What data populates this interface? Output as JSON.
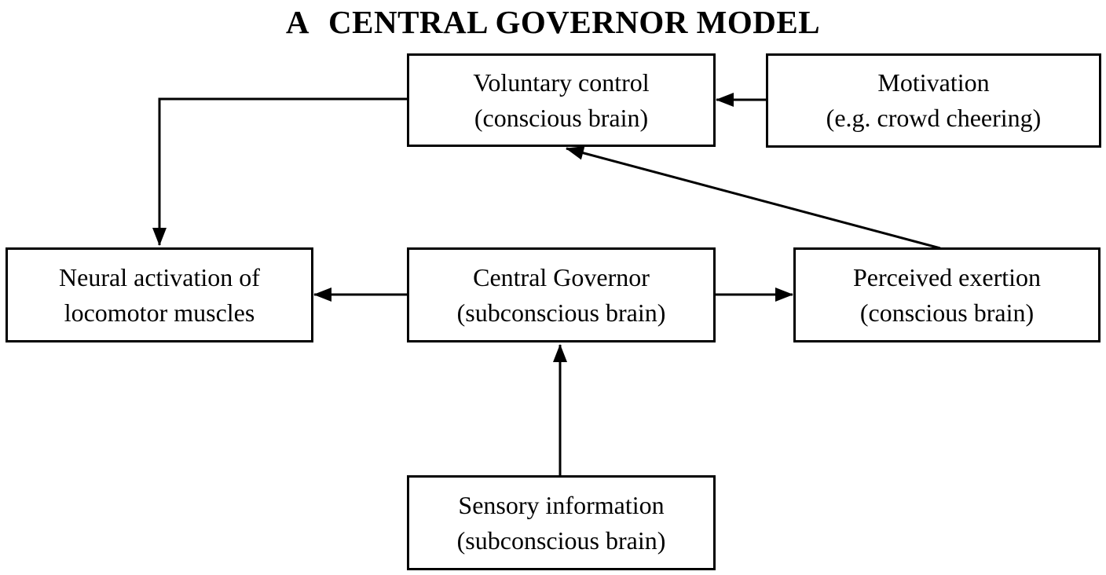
{
  "title": {
    "panel_label": "A",
    "text": "CENTRAL GOVERNOR MODEL"
  },
  "diagram": {
    "nodes": {
      "voluntary_control": {
        "line1": "Voluntary control",
        "line2": "(conscious brain)"
      },
      "motivation": {
        "line1": "Motivation",
        "line2": "(e.g. crowd cheering)"
      },
      "neural_activation": {
        "line1": "Neural activation of",
        "line2": "locomotor muscles"
      },
      "central_governor": {
        "line1": "Central Governor",
        "line2": "(subconscious brain)"
      },
      "perceived_exertion": {
        "line1": "Perceived exertion",
        "line2": "(conscious brain)"
      },
      "sensory_information": {
        "line1": "Sensory information",
        "line2": "(subconscious brain)"
      }
    },
    "edges": [
      {
        "from": "motivation",
        "to": "voluntary_control",
        "style": "straight-horizontal"
      },
      {
        "from": "voluntary_control",
        "to": "neural_activation",
        "style": "elbow-left-then-down"
      },
      {
        "from": "central_governor",
        "to": "neural_activation",
        "style": "straight-horizontal"
      },
      {
        "from": "central_governor",
        "to": "perceived_exertion",
        "style": "straight-horizontal"
      },
      {
        "from": "perceived_exertion",
        "to": "voluntary_control",
        "style": "diagonal-up-left"
      },
      {
        "from": "sensory_information",
        "to": "central_governor",
        "style": "straight-vertical"
      }
    ],
    "colors": {
      "line": "#000000",
      "text": "#000000",
      "background": "#ffffff"
    }
  }
}
